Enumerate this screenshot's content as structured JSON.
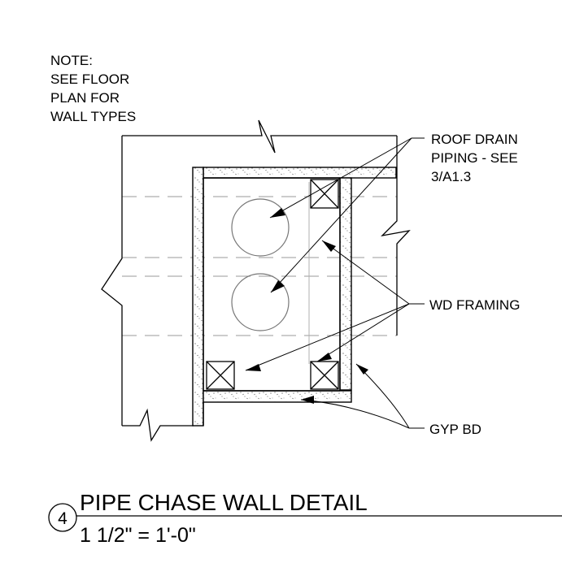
{
  "note": {
    "lines": [
      "NOTE:",
      "SEE FLOOR",
      "PLAN FOR",
      "WALL TYPES"
    ]
  },
  "callouts": {
    "roof_drain": [
      "ROOF DRAIN",
      "PIPING - SEE",
      "3/A1.3"
    ],
    "wd_framing": "WD FRAMING",
    "gyp_bd": "GYP BD"
  },
  "title_block": {
    "detail_number": "4",
    "title": "PIPE CHASE WALL DETAIL",
    "scale": "1 1/2\" = 1'-0\""
  }
}
